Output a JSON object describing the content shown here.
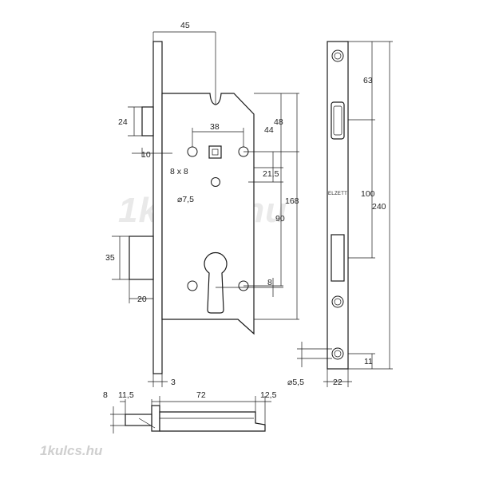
{
  "watermark": "1kulcs.hu",
  "corner_watermark": "1kulcs.hu",
  "faceplate_stamp": "ELZETT",
  "colors": {
    "line": "#1a1a1a",
    "text": "#222222",
    "watermark": "#e9e9e9",
    "watermark_corner": "#cfcfcf"
  },
  "dimensions": {
    "backset": "45",
    "latch_height": "24",
    "latch_offset": "10",
    "hole_spacing": "38",
    "spindle": "8 x 8",
    "hole_diameter": "⌀7,5",
    "bolt_height": "35",
    "bolt_projection": "20",
    "dim_48": "48",
    "dim_44": "44",
    "dim_21_5": "21,5",
    "dim_168": "168",
    "dim_90": "90",
    "dim_8_cyl": "8",
    "plate_thickness": "3",
    "fp_63": "63",
    "fp_100": "100",
    "fp_240": "240",
    "fp_11": "11",
    "fp_22": "22",
    "screw_hole": "⌀5,5",
    "bottom_8": "8",
    "bottom_11_5": "11,5",
    "bottom_72": "72",
    "bottom_12_5": "12,5"
  }
}
